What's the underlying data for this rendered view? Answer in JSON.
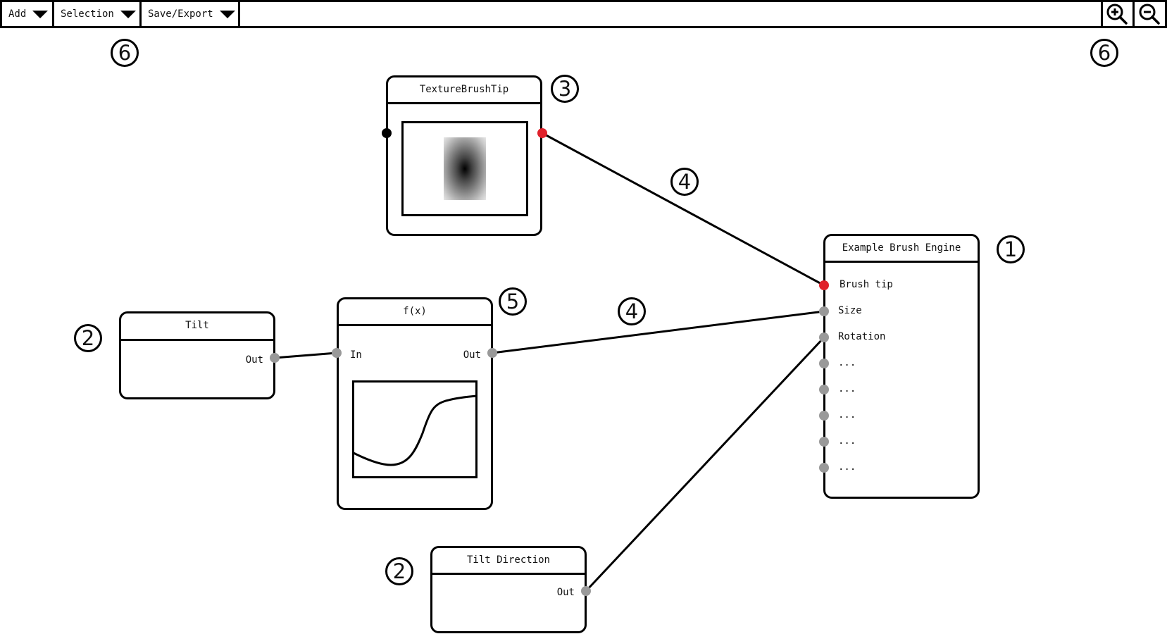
{
  "toolbar": {
    "menus": [
      {
        "label": "Add",
        "icon": "caret-down-icon"
      },
      {
        "label": "Selection",
        "icon": "caret-down-icon"
      },
      {
        "label": "Save/Export",
        "icon": "caret-down-icon"
      }
    ],
    "zoom_in": {
      "icon": "zoom-in-icon"
    },
    "zoom_out": {
      "icon": "zoom-out-icon"
    }
  },
  "badges": {
    "toolbar_left": "6",
    "toolbar_right": "6",
    "texture_node": "3",
    "wire_upper": "4",
    "wire_lower": "4",
    "engine_node": "1",
    "tilt_node": "2",
    "fx_node": "5",
    "tilt_direction_node": "2"
  },
  "nodes": {
    "texture": {
      "title": "TextureBrushTip"
    },
    "engine": {
      "title": "Example Brush Engine",
      "inputs": [
        "Brush tip",
        "Size",
        "Rotation",
        "...",
        "...",
        "...",
        "...",
        "..."
      ]
    },
    "tilt": {
      "title": "Tilt",
      "output": "Out"
    },
    "fx": {
      "title": "f(x)",
      "input": "In",
      "output": "Out"
    },
    "tilt_direction": {
      "title": "Tilt Direction",
      "output": "Out"
    }
  },
  "connections": [
    {
      "from": "TextureBrushTip.out",
      "to": "Example Brush Engine.Brush tip"
    },
    {
      "from": "Tilt.Out",
      "to": "f(x).In"
    },
    {
      "from": "f(x).Out",
      "to": "Example Brush Engine.Size"
    },
    {
      "from": "Tilt Direction.Out",
      "to": "Example Brush Engine.Rotation"
    }
  ],
  "colors": {
    "active_port": "#e0212b",
    "port": "#999999",
    "stroke": "#000000"
  }
}
